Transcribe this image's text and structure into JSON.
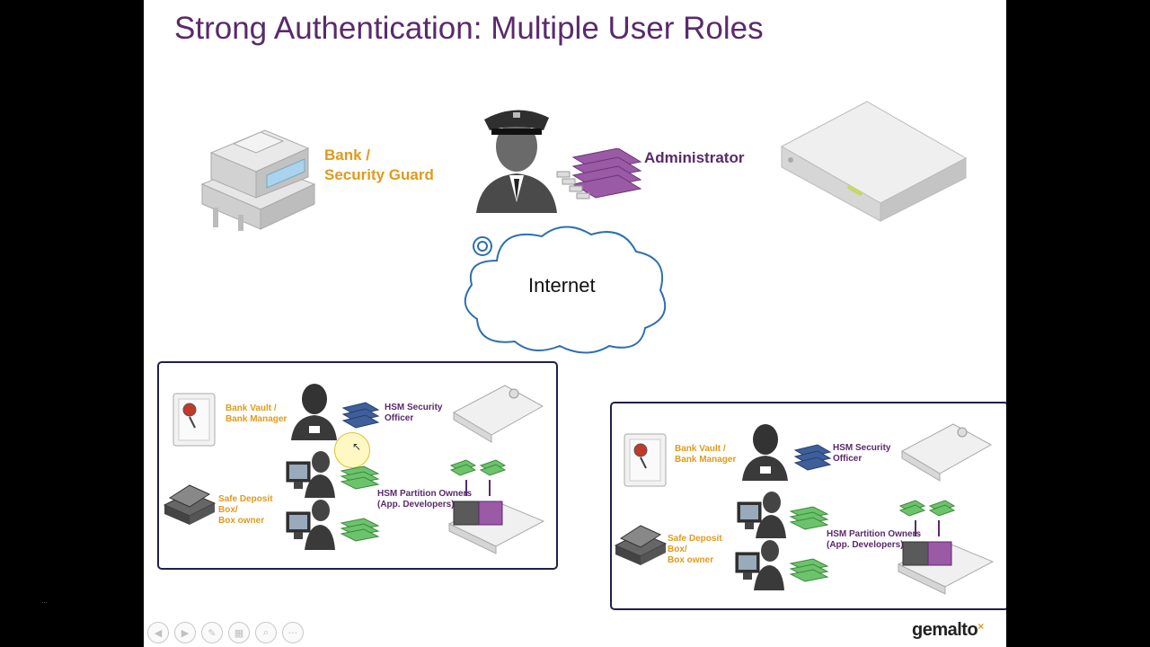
{
  "slide": {
    "title": "Strong Authentication: Multiple User Roles",
    "top_labels": {
      "bank_line1": "Bank /",
      "bank_line2": "Security Guard",
      "administrator": "Administrator"
    },
    "cloud_label": "Internet"
  },
  "left_box": {
    "vault_l1": "Bank Vault /",
    "vault_l2": "Bank Manager",
    "officer_l1": "HSM Security",
    "officer_l2": "Officer",
    "deposit_l1": "Safe Deposit",
    "deposit_l2": "Box/",
    "deposit_l3": "Box owner",
    "partition_l1": "HSM Partition Owners",
    "partition_l2": "(App. Developers)"
  },
  "right_box": {
    "vault_l1": "Bank Vault /",
    "vault_l2": "Bank Manager",
    "officer_l1": "HSM Security",
    "officer_l2": "Officer",
    "deposit_l1": "Safe Deposit",
    "deposit_l2": "Box/",
    "deposit_l3": "Box owner",
    "partition_l1": "HSM Partition Owners",
    "partition_l2": "(App. Developers)"
  },
  "footer": {
    "logo": "gemalto",
    "logo_mark": "×",
    "side_text": "..."
  },
  "toolbar": {
    "prev": "◀",
    "next": "▶",
    "pen": "✎",
    "slides": "▦",
    "zoom": "⌕",
    "more": "···"
  },
  "colors": {
    "title": "#5a2a6b",
    "orange_label": "#e09a1c",
    "purple_label": "#5a2a6b",
    "cloud_stroke": "#2e6fb0",
    "box_border": "#1f1f4a"
  }
}
